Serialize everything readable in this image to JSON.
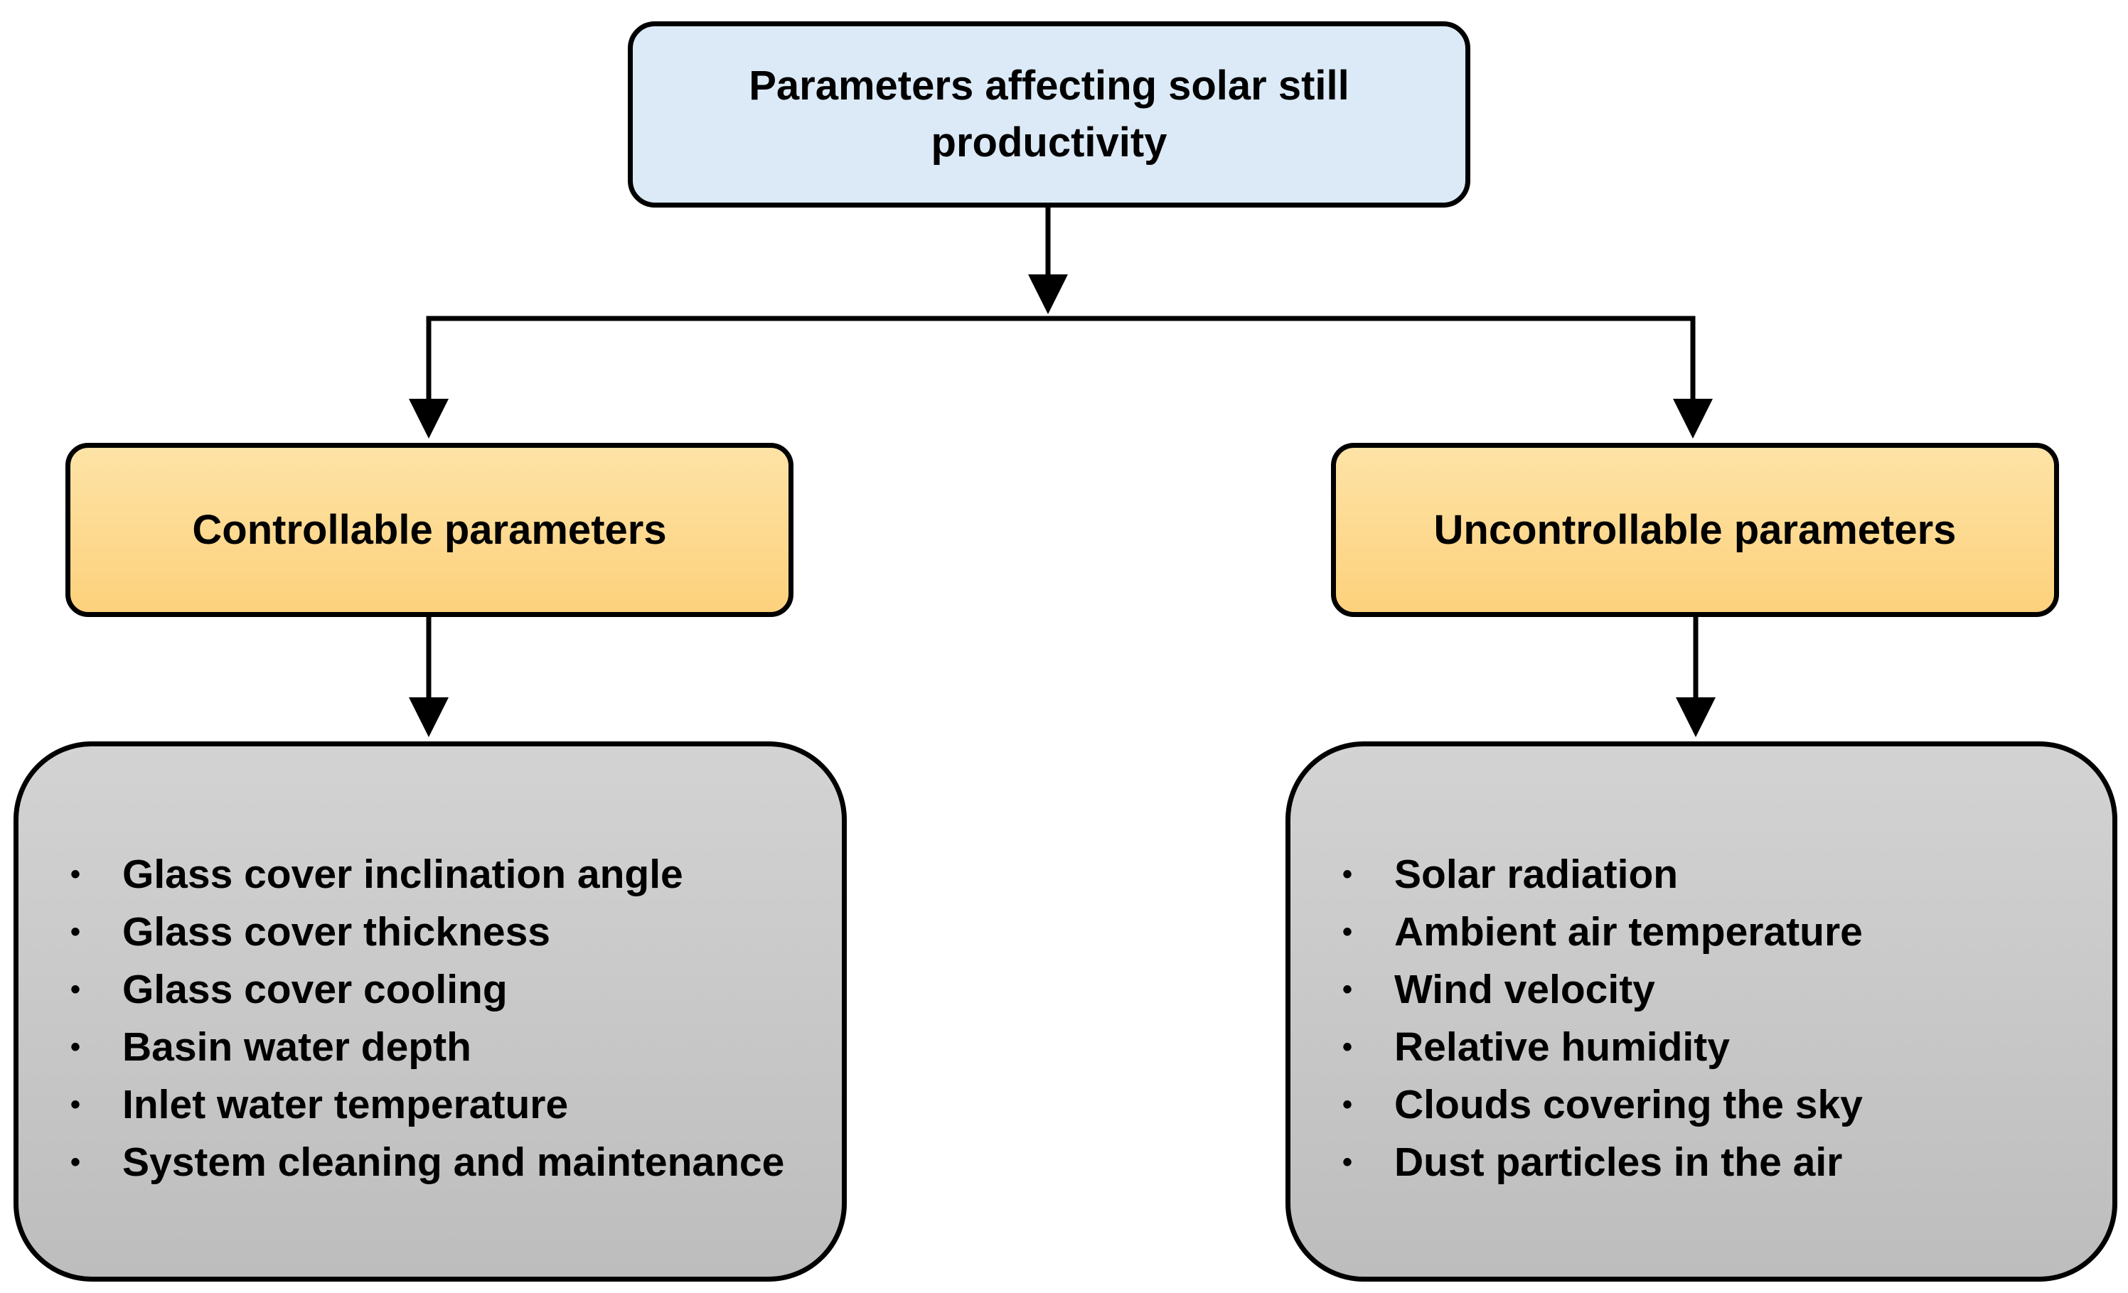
{
  "root": {
    "label": "Parameters affecting solar still productivity"
  },
  "branches": [
    {
      "label": "Controllable parameters",
      "items": [
        "Glass cover inclination angle",
        "Glass cover thickness",
        "Glass cover cooling",
        "Basin water depth",
        "Inlet water temperature",
        "System cleaning and maintenance"
      ]
    },
    {
      "label": "Uncontrollable parameters",
      "items": [
        "Solar radiation",
        "Ambient air temperature",
        "Wind velocity",
        "Relative humidity",
        "Clouds covering the sky",
        "Dust particles in the air"
      ]
    }
  ],
  "colors": {
    "root_fill": "#dbeaf6",
    "category_fill": "#fdd17c",
    "list_fill": "#c8c8c8",
    "stroke": "#000000"
  }
}
